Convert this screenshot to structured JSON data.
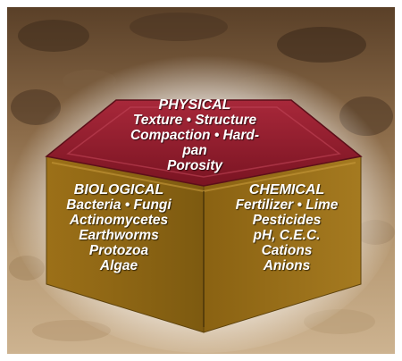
{
  "colors": {
    "top_face": "#8a1a28",
    "top_face_light": "#b02a3a",
    "side_face": "#8c6414",
    "side_face_light": "#b98a2c",
    "soil_dark": "#6b4e32",
    "soil_light": "#c9ad86",
    "text": "#ffffff"
  },
  "faces": {
    "top": {
      "heading": "PHYSICAL",
      "lines": [
        "Texture • Structure",
        "Compaction • Hard-",
        "pan",
        "Porosity"
      ]
    },
    "left": {
      "heading": "BIOLOGICAL",
      "lines": [
        "Bacteria • Fungi",
        "Actinomycetes",
        "Earthworms",
        "Protozoa",
        "Algae"
      ]
    },
    "right": {
      "heading": "CHEMICAL",
      "lines": [
        "Fertilizer • Lime",
        "Pesticides",
        "pH, C.E.C.",
        "Cations",
        "Anions"
      ]
    }
  }
}
